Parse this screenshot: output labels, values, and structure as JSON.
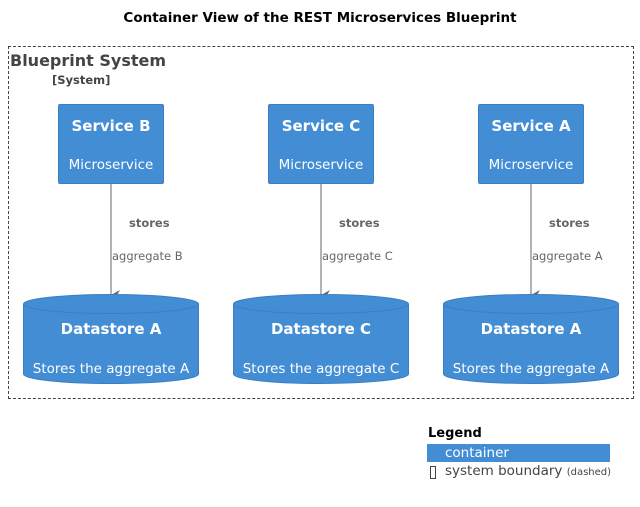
{
  "title": "Container View of the REST Microservices Blueprint",
  "boundary": {
    "name": "Blueprint System",
    "type": "[System]"
  },
  "services": [
    {
      "name": "Service B",
      "description": "Microservice"
    },
    {
      "name": "Service C",
      "description": "Microservice"
    },
    {
      "name": "Service A",
      "description": "Microservice"
    }
  ],
  "datastores": [
    {
      "name": "Datastore A",
      "description": "Stores the aggregate A"
    },
    {
      "name": "Datastore C",
      "description": "Stores the aggregate C"
    },
    {
      "name": "Datastore A",
      "description": "Stores the aggregate A"
    }
  ],
  "relations": [
    {
      "label": "stores",
      "technology": "aggregate B"
    },
    {
      "label": "stores",
      "technology": "aggregate C"
    },
    {
      "label": "stores",
      "technology": "aggregate A"
    }
  ],
  "legend": {
    "title": "Legend",
    "container_label": "container",
    "boundary_label": "system boundary",
    "boundary_sub": "(dashed)"
  },
  "colors": {
    "container": "#438dd5",
    "container_border": "#3c7fc0",
    "boundary": "#444444",
    "arrow": "#666666"
  }
}
